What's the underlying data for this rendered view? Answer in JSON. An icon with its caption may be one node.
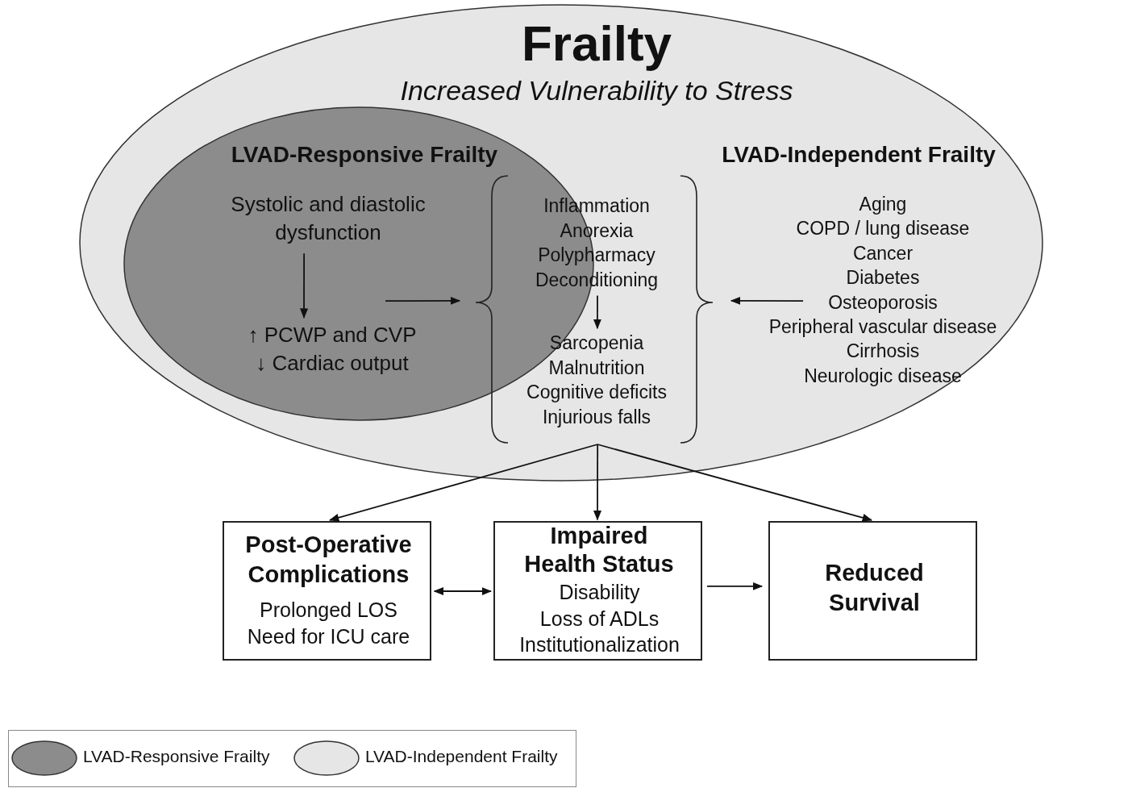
{
  "diagram": {
    "nodes": [
      {
        "text": [
          "Frailty",
          "Increased Vulnerability to Stress"
        ]
      },
      {
        "text": [
          "LVAD-Responsive Frailty"
        ],
        "in": 0
      },
      {
        "text": [
          "Systolic and diastolic dysfunction"
        ],
        "in": 1
      },
      {
        "text": [
          "↑ PCWP and CVP",
          "↓ Cardiac output"
        ],
        "in": 1
      },
      {
        "text": [],
        "shape": "bracket",
        "in": 0
      },
      {
        "text": [
          "Inflammation",
          "Anorexia",
          "Polypharmacy",
          "Deconditioning"
        ],
        "in": 4
      },
      {
        "text": [
          "Sarcopenia",
          "Malnutrition",
          "Cognitive deficits",
          "Injurious falls"
        ],
        "in": 4
      },
      {
        "text": [
          "Aging",
          "COPD / lung disease",
          "Cancer",
          "Diabetes",
          "Osteoporosis",
          "Peripheral vascular disease",
          "Cirrhosis",
          "Neurologic disease"
        ],
        "in": 0
      },
      {
        "text": [
          "Post-Operative Complications",
          "Prolonged LOS",
          "Need for ICU care"
        ]
      },
      {
        "text": [
          "Impaired Health Status",
          "Disability",
          "Loss of ADLs",
          "Institutionalization"
        ]
      },
      {
        "text": [
          "Reduced Survival"
        ]
      }
    ],
    "edges": [
      {
        "from": 2,
        "to": 3,
        "arrow": "to"
      },
      {
        "from": 3,
        "to": 4,
        "arrow": "to"
      },
      {
        "from": 7,
        "to": 4,
        "arrow": "to"
      },
      {
        "from": 5,
        "to": 6,
        "arrow": "to"
      },
      {
        "from": 4,
        "to": 8,
        "arrow": "to"
      },
      {
        "from": 4,
        "to": 9,
        "arrow": "to"
      },
      {
        "from": 4,
        "to": 10,
        "arrow": "to"
      },
      {
        "from": 8,
        "to": 9,
        "arrow": "both"
      },
      {
        "from": 9,
        "to": 10,
        "arrow": "to"
      }
    ],
    "labels": [
      "LVAD-Independent Frailty"
    ],
    "legend": [
      {
        "text": "LVAD-Responsive Frailty",
        "color": "#8c8c8c"
      },
      {
        "text": "LVAD-Independent Frailty",
        "color": "#e6e6e6"
      }
    ]
  }
}
